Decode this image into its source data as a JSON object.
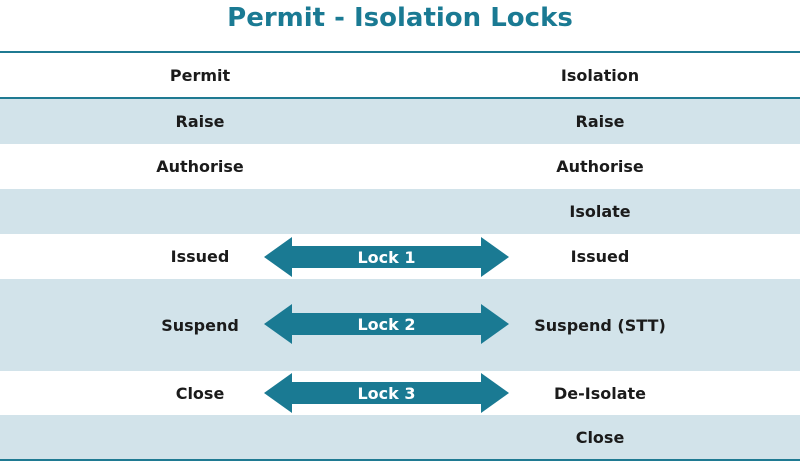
{
  "title": "Permit - Isolation Locks",
  "colors": {
    "accent": "#1a7a93",
    "row_shade": "#d2e3ea",
    "arrow": "#1a7a93"
  },
  "header": {
    "left": "Permit",
    "right": "Isolation"
  },
  "rows": [
    {
      "left": "Raise",
      "right": "Raise"
    },
    {
      "left": "Authorise",
      "right": "Authorise"
    },
    {
      "left": "",
      "right": "Isolate"
    },
    {
      "left": "Issued",
      "right": "Issued",
      "lock": "Lock 1"
    },
    {
      "left": "Suspend",
      "right": "Suspend (STT)",
      "lock": "Lock 2"
    },
    {
      "left": "Close",
      "right": "De-Isolate",
      "lock": "Lock 3"
    },
    {
      "left": "",
      "right": "Close"
    }
  ]
}
